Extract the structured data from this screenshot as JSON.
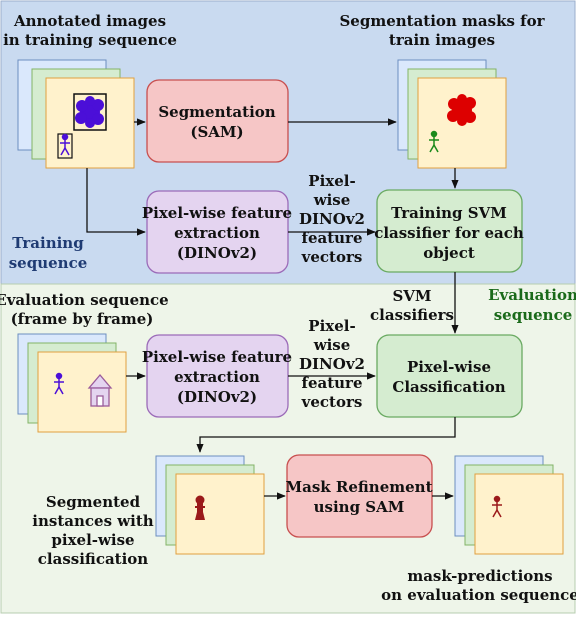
{
  "colors": {
    "training_bg": "#c9daf0",
    "evaluation_bg": "#eef5e9",
    "training_label": "#1f3b73",
    "evaluation_label": "#1a6a1a",
    "sam_fill": "#f6c6c6",
    "sam_stroke": "#c84f4f",
    "dino_fill": "#e4d4f0",
    "dino_stroke": "#9b6bb8",
    "svm_fill": "#d5ecd0",
    "svm_stroke": "#6aaa62",
    "frame_front": "#fff2cc",
    "frame_front_stroke": "#e0a040",
    "frame_mid": "#d5ecd0",
    "frame_back": "#dae8fc",
    "blob_blue": "#4b0fd8",
    "blob_red": "#dd0000",
    "stick_green": "#1a8a1a",
    "stick_purple": "#4b0fd8",
    "stick_red": "#9b1a1a"
  },
  "labels": {
    "annotated_images": [
      "Annotated images",
      "in training sequence"
    ],
    "seg_masks": [
      "Segmentation masks for",
      "train images"
    ],
    "training_sequence": [
      "Training",
      "sequence"
    ],
    "evaluation_sequence_corner": [
      "Evaluation",
      "sequence"
    ],
    "evaluation_sequence_frames": [
      "Evaluation sequence",
      "(frame by frame)"
    ],
    "svm_classifiers": [
      "SVM",
      "classifiers"
    ],
    "dino_vectors_top": [
      "Pixel-",
      "wise",
      "DINOv2",
      "feature",
      "vectors"
    ],
    "dino_vectors_bottom": [
      "Pixel-",
      "wise",
      "DINOv2",
      "feature",
      "vectors"
    ],
    "segmented_instances": [
      "Segmented",
      "instances with",
      "pixel-wise",
      "classification"
    ],
    "mask_predictions": [
      "mask-predictions",
      "on evaluation sequence"
    ]
  },
  "nodes": {
    "segmentation": [
      "Segmentation",
      "(SAM)"
    ],
    "feature_extraction_train": [
      "Pixel-wise feature",
      "extraction",
      "(DINOv2)"
    ],
    "training_svm": [
      "Training SVM",
      "classifier for each",
      "object"
    ],
    "feature_extraction_eval": [
      "Pixel-wise feature",
      "extraction",
      "(DINOv2)"
    ],
    "pixel_classification": [
      "Pixel-wise",
      "Classification"
    ],
    "mask_refinement": [
      "Mask Refinement",
      "using SAM"
    ]
  },
  "icons": {
    "blob_blue": "blob-icon",
    "blob_red": "blob-icon",
    "person": "stick-figure-icon",
    "house": "house-icon"
  }
}
